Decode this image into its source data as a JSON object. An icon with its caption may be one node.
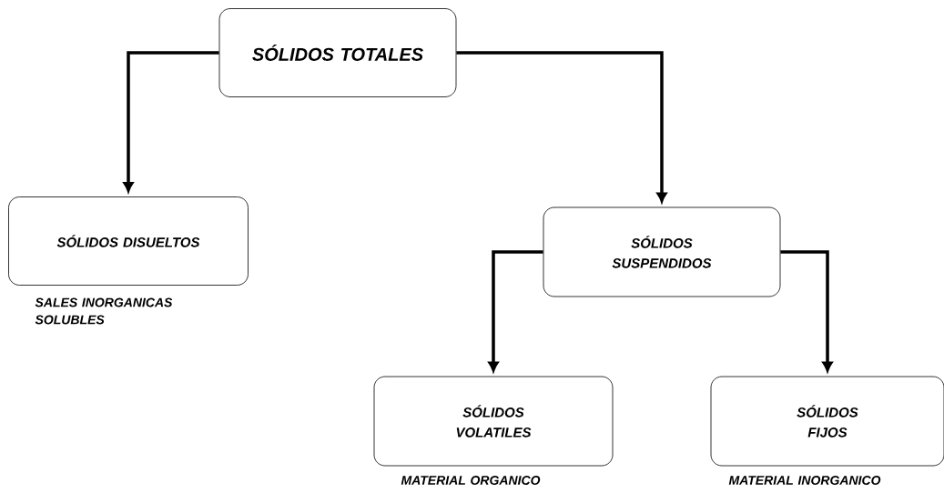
{
  "diagram": {
    "nodes": [
      {
        "text": [
          "SÓLIDOS TOTALES"
        ]
      },
      {
        "text": [
          "SÓLIDOS DISUELTOS"
        ],
        "beside": [
          "SALES INORGANICAS SOLUBLES"
        ]
      },
      {
        "text": [
          "SÓLIDOS SUSPENDIDOS"
        ]
      },
      {
        "text": [
          "SÓLIDOS VOLATILES"
        ],
        "beside": [
          "MATERIAL ORGANICO"
        ]
      },
      {
        "text": [
          "SÓLIDOS FIJOS"
        ],
        "beside": [
          "MATERIAL INORGANICO"
        ]
      }
    ],
    "edges": [
      {
        "from": 0,
        "to": 1,
        "arrow": "to"
      },
      {
        "from": 0,
        "to": 2,
        "arrow": "to"
      },
      {
        "from": 2,
        "to": 3,
        "arrow": "to"
      },
      {
        "from": 2,
        "to": 4,
        "arrow": "to"
      }
    ]
  }
}
